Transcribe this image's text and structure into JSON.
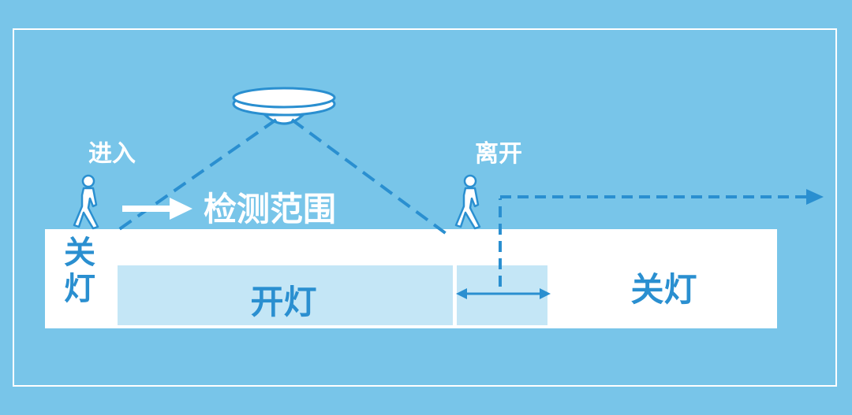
{
  "labels": {
    "enter": "进入",
    "leave": "离开",
    "detection_range": "检测范围",
    "light_off_left_line1": "关",
    "light_off_left_line2": "灯",
    "light_on": "开灯",
    "light_off_right": "关灯"
  },
  "icons": {
    "sensor": "ceiling-sensor-lamp-icon",
    "person_enter": "walking-person-icon",
    "person_leave": "walking-person-icon"
  },
  "colors": {
    "background": "#78c5e9",
    "light_on_zone": "#c4e6f6",
    "accent_blue": "#2a8fd0",
    "white": "#ffffff"
  }
}
